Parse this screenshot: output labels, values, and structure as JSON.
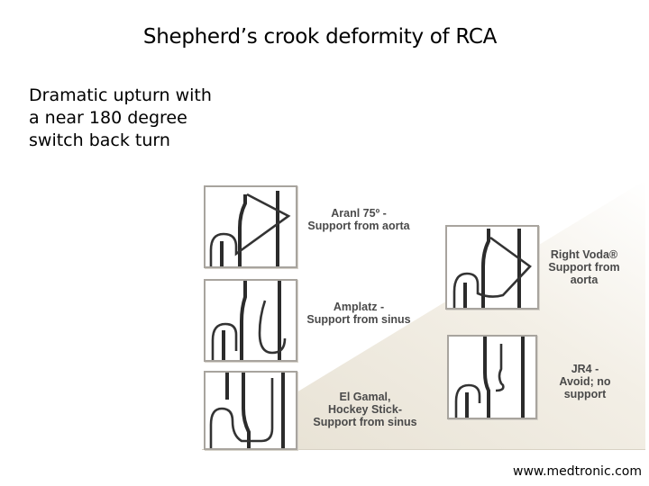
{
  "title": "Shepherd’s crook deformity of RCA",
  "bullet_lines": [
    "Dramatic upturn with",
    "a near 180 degree",
    "switch back turn"
  ],
  "catheters": [
    {
      "lines": [
        "Aranl 75º -",
        "Support from aorta"
      ]
    },
    {
      "lines": [
        "Amplatz -",
        "Support from sinus"
      ]
    },
    {
      "lines": [
        "El Gamal,",
        "Hockey Stick-",
        "Support from sinus"
      ]
    },
    {
      "lines": [
        "Right Voda®",
        "Support from",
        "aorta"
      ]
    },
    {
      "lines": [
        "JR4 -",
        "Avoid; no",
        "support"
      ]
    }
  ],
  "footer": "www.medtronic.com",
  "colors": {
    "catheter": "#2b2b2b",
    "panel_border": "#a8a49e",
    "wedge": "#e8e3d6",
    "label": "#4a4a4a"
  }
}
